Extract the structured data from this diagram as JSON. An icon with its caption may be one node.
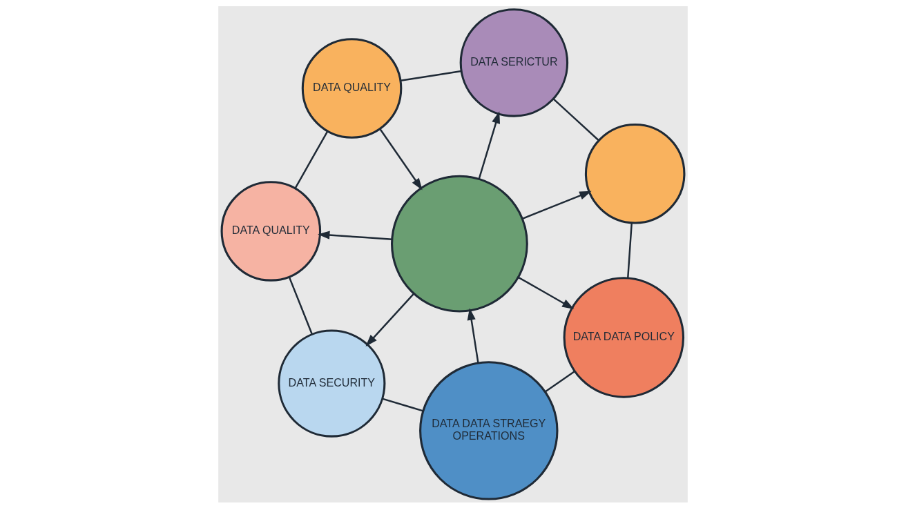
{
  "diagram": {
    "nodes": [
      {
        "text": [],
        "shape": "circle"
      },
      {
        "text": [],
        "shape": "circle"
      },
      {
        "text": [
          "DATA DATA POLICY"
        ]
      },
      {
        "text": [
          "DATA SERICTUR"
        ]
      },
      {
        "text": [
          "DATA DATA STRAEGY",
          "OPERATIONS"
        ]
      },
      {
        "text": [
          "DATA QUALITY"
        ]
      },
      {
        "text": [
          "DATA SECURITY"
        ]
      },
      {
        "text": [
          "DATA QUALITY"
        ]
      }
    ],
    "edges": [
      {
        "from": 0,
        "to": 2,
        "arrow": "to"
      },
      {
        "from": 0,
        "to": 1,
        "arrow": "to"
      },
      {
        "from": 0,
        "to": 3,
        "arrow": "to"
      },
      {
        "from": 4,
        "to": 0,
        "arrow": "to"
      },
      {
        "from": 5,
        "to": 0,
        "arrow": "to"
      },
      {
        "from": 0,
        "to": 6,
        "arrow": "to"
      },
      {
        "from": 0,
        "to": 7,
        "arrow": "to"
      },
      {
        "from": 2,
        "to": 1,
        "arrow": "none"
      },
      {
        "from": 1,
        "to": 3,
        "arrow": "none"
      },
      {
        "from": 3,
        "to": 5,
        "arrow": "none"
      },
      {
        "from": 5,
        "to": 7,
        "arrow": "none"
      },
      {
        "from": 7,
        "to": 6,
        "arrow": "none"
      },
      {
        "from": 6,
        "to": 4,
        "arrow": "none"
      },
      {
        "from": 4,
        "to": 2,
        "arrow": "none"
      }
    ]
  }
}
